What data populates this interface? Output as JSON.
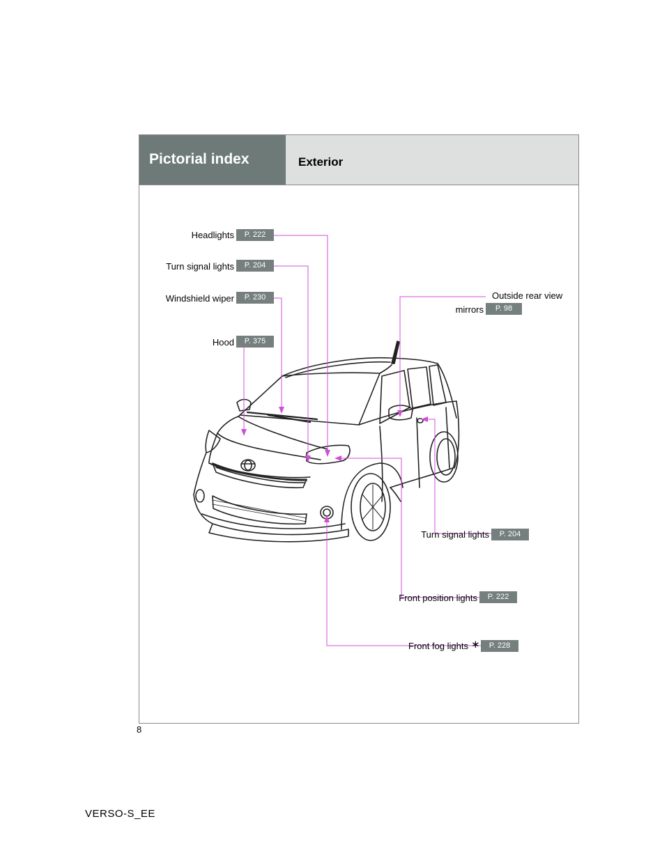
{
  "header": {
    "section": "Pictorial index",
    "subsection": "Exterior"
  },
  "callouts": {
    "headlights": {
      "label": "Headlights",
      "page": "P. 222"
    },
    "turn_signal_lights_front": {
      "label": "Turn signal lights",
      "page": "P. 204"
    },
    "windshield_wiper": {
      "label": "Windshield wiper",
      "page": "P. 230"
    },
    "hood": {
      "label": "Hood",
      "page": "P. 375"
    },
    "outside_rear_view_mirrors": {
      "label_line1": "Outside rear view",
      "label_line2": "mirrors",
      "page": "P. 98"
    },
    "turn_signal_lights_side": {
      "label": "Turn signal lights",
      "page": "P. 204"
    },
    "front_position_lights": {
      "label": "Front position lights",
      "page": "P. 222"
    },
    "front_fog_lights": {
      "label": "Front fog lights",
      "asterisk": "∗",
      "page": "P. 228"
    }
  },
  "footer": {
    "page_number": "8",
    "document_id": "VERSO-S_EE"
  },
  "colors": {
    "leader_line": "#d04fd8",
    "badge": "#757f7e",
    "header_dark": "#6e7a78",
    "header_light": "#dde0df"
  }
}
